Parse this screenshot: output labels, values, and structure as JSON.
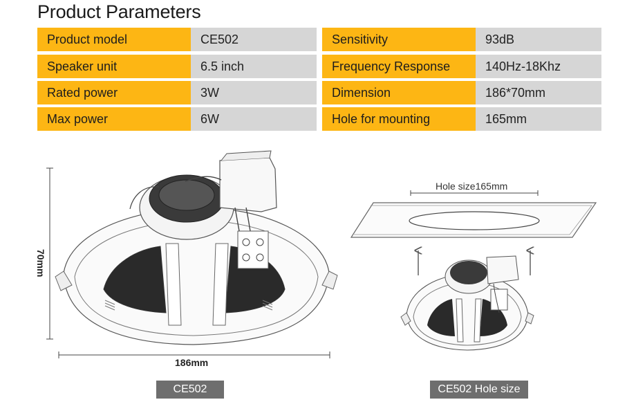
{
  "title": "Product Parameters",
  "params_left": [
    {
      "key": "Product model",
      "value": "CE502"
    },
    {
      "key": "Speaker unit",
      "value": "6.5 inch"
    },
    {
      "key": "Rated power",
      "value": "3W"
    },
    {
      "key": "Max power",
      "value": "6W"
    }
  ],
  "params_right": [
    {
      "key": "Sensitivity",
      "value": "93dB"
    },
    {
      "key": "Frequency Response",
      "value": "140Hz-18Khz"
    },
    {
      "key": "Dimension",
      "value": "186*70mm"
    },
    {
      "key": "Hole for mounting",
      "value": "165mm"
    }
  ],
  "dimensions": {
    "height_label": "70mm",
    "width_label": "186mm",
    "hole_label": "Hole size165mm"
  },
  "captions": {
    "left": "CE502",
    "right": "CE502 Hole size"
  },
  "colors": {
    "key_bg": "#fdb614",
    "value_bg": "#d6d6d6",
    "caption_bg": "#6e6e6e"
  }
}
